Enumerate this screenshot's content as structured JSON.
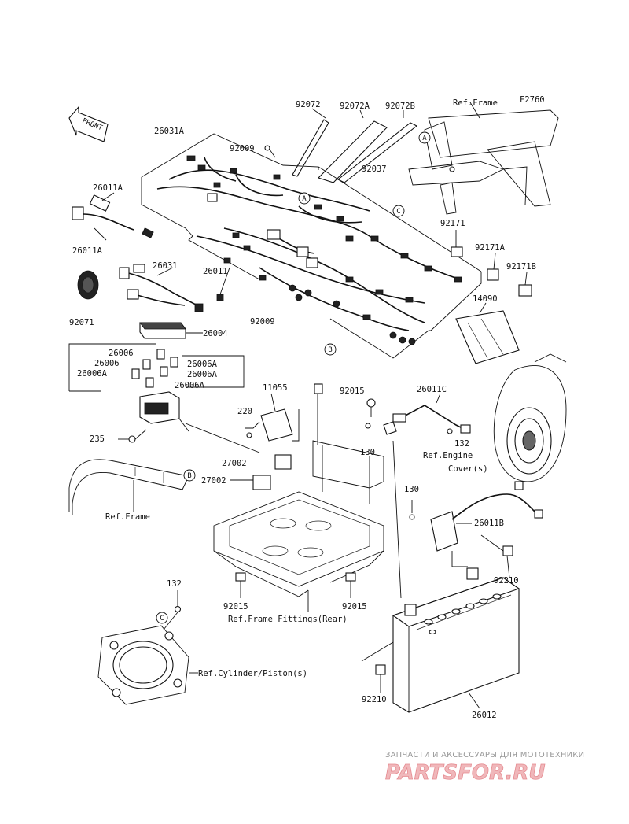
{
  "diagram_code": "F2760",
  "front_label": "FRONT",
  "part_numbers": {
    "p92072": "92072",
    "p92072A": "92072A",
    "p92072B": "92072B",
    "p26031A": "26031A",
    "p92009_top": "92009",
    "p92037": "92037",
    "p26011A_top": "26011A",
    "p26011A_bottom": "26011A",
    "p26031": "26031",
    "p26011": "26011",
    "p92071": "92071",
    "p92171": "92171",
    "p92171A": "92171A",
    "p92171B": "92171B",
    "p14090": "14090",
    "p26004": "26004",
    "p92009_mid": "92009",
    "p26006_1": "26006",
    "p26006_2": "26006",
    "p26006A_1": "26006A",
    "p26006A_2": "26006A",
    "p26006A_3": "26006A",
    "p26006A_4": "26006A",
    "p11055": "11055",
    "p92015_top": "92015",
    "p26011C": "26011C",
    "p220": "220",
    "p130_mid": "130",
    "p132_mid": "132",
    "p235": "235",
    "p27002_1": "27002",
    "p27002_2": "27002",
    "p130_right": "130",
    "p26011B": "26011B",
    "p92210_right": "92210",
    "p132_left": "132",
    "p92015_bl": "92015",
    "p92015_br": "92015",
    "p92210_bottom": "92210",
    "p26012": "26012"
  },
  "refs": {
    "frame_top": "Ref.Frame",
    "frame_left": "Ref.Frame",
    "engine_cover_1": "Ref.Engine",
    "engine_cover_2": "Cover(s)",
    "frame_fittings": "Ref.Frame Fittings(Rear)",
    "cylinder": "Ref.Cylinder/Piston(s)"
  },
  "callouts": {
    "a1": "A",
    "a2": "A",
    "b1": "B",
    "b2": "B",
    "c1": "C",
    "c2": "C"
  },
  "watermark": {
    "tagline": "ЗАПЧАСТИ И АКСЕССУАРЫ ДЛЯ МОТОТЕХНИКИ",
    "logo": "PARTSFOR.RU"
  },
  "colors": {
    "line": "#111111",
    "watermark_pink": "#f0b7ba",
    "watermark_grey": "#9a9a9a"
  }
}
